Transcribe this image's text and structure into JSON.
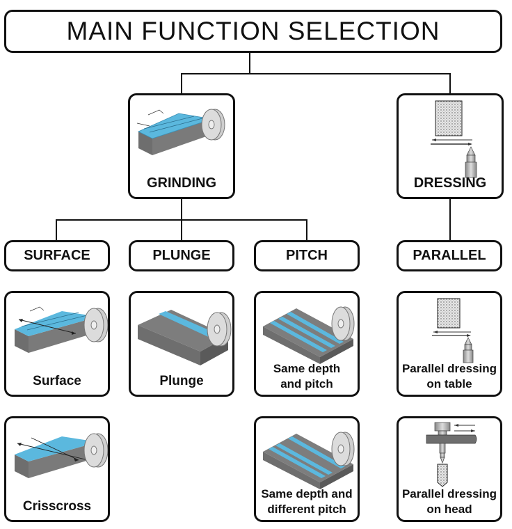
{
  "title": "MAIN FUNCTION SELECTION",
  "functions": [
    {
      "label": "GRINDING",
      "icon": "surface-grinding-icon"
    },
    {
      "label": "DRESSING",
      "icon": "dressing-tool-icon"
    }
  ],
  "categories": [
    "SURFACE",
    "PLUNGE",
    "PITCH",
    "PARALLEL"
  ],
  "modes": {
    "surface": "Surface",
    "crisscross": "Crisscross",
    "plunge": "Plunge",
    "pitch_same_line1": "Same depth",
    "pitch_same_line2": "and pitch",
    "pitch_diff_line1": "Same depth and",
    "pitch_diff_line2": "different pitch",
    "par_table_line1": "Parallel dressing",
    "par_table_line2": "on table",
    "par_head_line1": "Parallel dressing",
    "par_head_line2": "on head"
  },
  "colors": {
    "workpiece_top": "#5bb8de",
    "workpiece_side": "#6e6e6e",
    "wheel": "#d6d6d6",
    "border": "#111111"
  }
}
